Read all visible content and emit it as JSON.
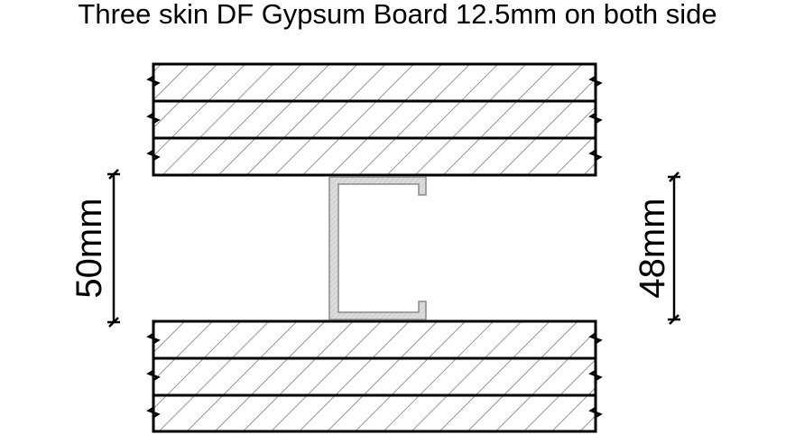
{
  "title": "Three skin DF Gypsum Board 12.5mm on both side",
  "dimensions": {
    "left_label": "50mm",
    "right_label": "48mm"
  },
  "colors": {
    "board_stroke": "#000000",
    "hatch": "#7a7a7a",
    "stud_fill": "#d6d6d6",
    "stud_stroke": "#8a8a8a"
  }
}
